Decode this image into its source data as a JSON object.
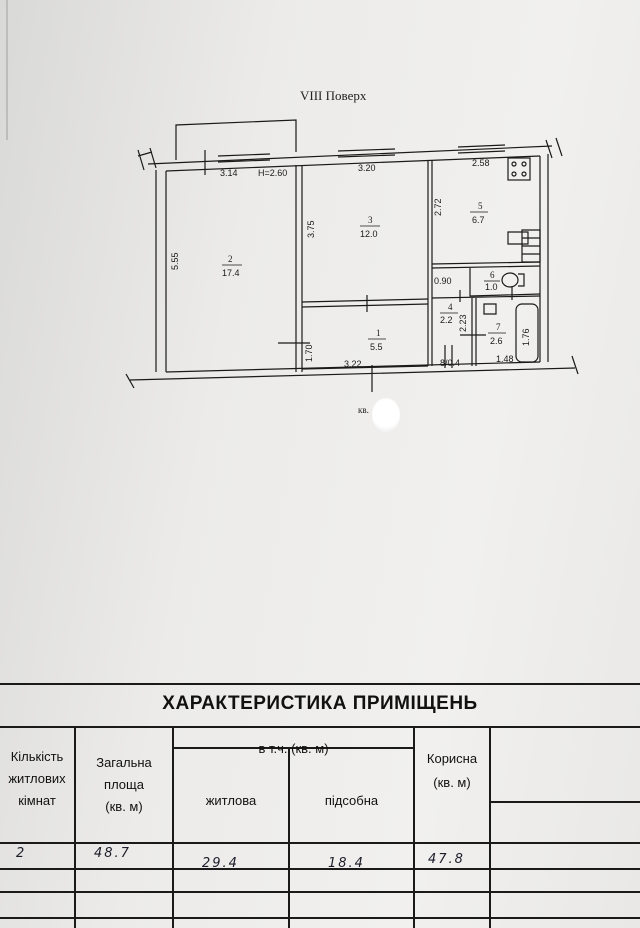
{
  "plan": {
    "floor_title": "VIII Поверх",
    "apartment_label": "кв. ",
    "ceiling_height": "Н=2.60",
    "rooms": [
      {
        "number": "2",
        "area": "17.4"
      },
      {
        "number": "3",
        "area": "12.0"
      },
      {
        "number": "5",
        "area": "6.7"
      },
      {
        "number": "6",
        "area": "1.0"
      },
      {
        "number": "4",
        "area": "2.2"
      },
      {
        "number": "7",
        "area": "2.6"
      },
      {
        "number": "1",
        "area": "5.5"
      }
    ],
    "dimensions": {
      "d_314": "3.14",
      "d_320": "3.20",
      "d_258": "2.58",
      "d_555": "5.55",
      "d_375": "3.75",
      "d_272": "2.72",
      "d_090": "0.90",
      "d_223": "2.23",
      "d_176": "1.76",
      "d_148": "1.48",
      "d_170": "1.70",
      "d_322": "3.22",
      "d_804": "8/0.4"
    }
  },
  "table": {
    "title": "ХАРАКТЕРИСТИКА ПРИМІЩЕНЬ",
    "headers": {
      "rooms_count": [
        "Кількість",
        "житлових",
        "кімнат"
      ],
      "total_area": [
        "Загальна",
        "площа",
        "(кв. м)"
      ],
      "incl": "в т.ч. (кв. м)",
      "living": "житлова",
      "auxiliary": "підсобна",
      "useful": [
        "Корисна",
        "(кв. м)"
      ]
    },
    "values": {
      "rooms_count": "2",
      "total_area": "48.7",
      "living": "29.4",
      "auxiliary": "18.4",
      "useful": "47.8"
    }
  }
}
